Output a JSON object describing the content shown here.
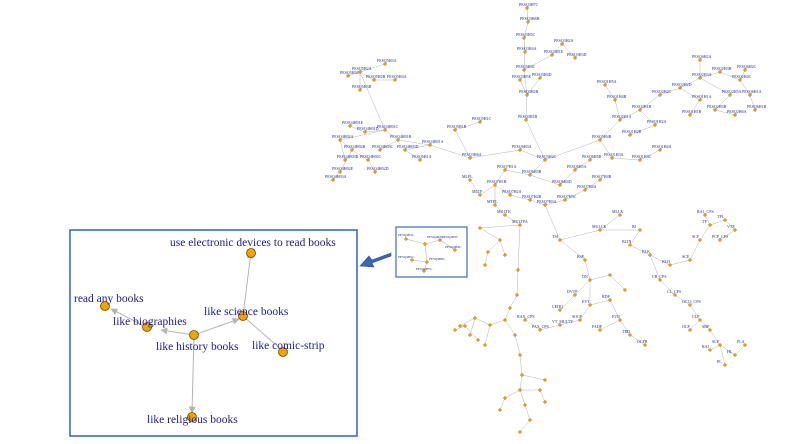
{
  "colors": {
    "node_fill": "#f0a400",
    "node_stroke": "#6b4a00",
    "edge": "#b4b4b4",
    "label_text": "#1a1a8c",
    "frame": "#3b6cc4",
    "arrow": "#3a66b6"
  },
  "zoom_panel": {
    "labels": {
      "n1": "use electronic devices to read books",
      "n2": "like science books",
      "n3": "like comic-strip",
      "n4": "like history books",
      "n5": "like biographies",
      "n6": "read any books",
      "n7": "like religious books"
    }
  },
  "mini_panel": {
    "labels": {
      "a": "PESQ4H1C",
      "b": "PESQ4H2C",
      "c": "PESQ4H3C",
      "d": "PESQ4H4C",
      "e": "PESQ4H5C",
      "f": "PESQ4H6C",
      "g": "PESQ4H7C"
    }
  },
  "network": {
    "labels": {
      "l1": "PESQ3H2C",
      "l2": "PESQ3H1B",
      "l3": "PESQ3H2B",
      "l4": "PESQ3H3C",
      "l5": "PESQ3H4A",
      "l6": "PESQ3H5C",
      "l7": "PESQ3H6B",
      "l8": "PESQ3H7C",
      "l9": "PESQ3H1E",
      "l10": "PESQ3H2A",
      "l11": "PESQ3H3D",
      "l12": "PESQ3H4D",
      "l13": "PESQ3H5E",
      "l14": "PESQ3H6A",
      "l15": "PESQ4H01A",
      "l16": "PESQ4H01B",
      "l17": "PESQ4H01C",
      "l18": "PESQ4H01D",
      "l19": "PESQ4H01E",
      "l20": "PESQ4H02A",
      "l21": "PESQ4H02B",
      "l22": "PESQ4H02C",
      "l23": "PESQ4H02D",
      "l24": "PESQ4H02E",
      "l25": "PESQ4H03A",
      "l26": "PESQ4H03B",
      "l27": "PESQ4H03C",
      "l28": "PESQ4H03D",
      "l29": "PESQ5H1A",
      "l30": "PESQ5H1B",
      "l31": "PESQ5H1C",
      "l32": "PESQ5H2A",
      "l33": "PESQ5H2B",
      "l34": "PESQ5H3A",
      "l35": "PESQ5H3B",
      "l36": "PESQ5H3C",
      "l37": "PESQ5H4A",
      "l38": "PESQ5H4B",
      "l39": "PESQ2H1A",
      "l40": "PESQ2H1B",
      "l41": "PESQ2H2C",
      "l42": "PESQ2H2D",
      "l43": "PESQ2H3A",
      "l44": "PESQ2H3B",
      "l45": "PESQ2H4C",
      "l46": "PESQ2H5A",
      "l47": "PESQ2H5B",
      "l48": "PESQ2H6A",
      "l49": "PESQ1H1A",
      "l50": "PESQ1H1B",
      "l51": "PESQ1H2A",
      "l52": "PESQ1H2B",
      "l53": "PESQ1H3A",
      "l54": "PESQ1H3C",
      "l55": "PESQ1H4A",
      "l56": "PESQ1H4B",
      "l57": "PESQ1H5A",
      "l58": "PESQ6H1A",
      "l59": "PESQ6H1B",
      "l60": "PESQ6H2A",
      "l61": "PESQ6H2C",
      "l62": "PESQ6H3A",
      "l63": "PESQ6H3B",
      "l64": "PESQ6H4D",
      "l65": "PESQ6H5A",
      "l66": "PESQ6H5B",
      "l67": "PESQ7H1A",
      "l68": "PESQ7H1B",
      "l69": "PESQ7H2A",
      "l70": "PESQ7H2B",
      "l71": "PESQ7H3A",
      "l72": "PESQ7H3C",
      "l73": "PESQ7H4A",
      "l74": "PESQ7H4B",
      "l75": "MTPL",
      "l76": "MLTP",
      "l77": "MLPL",
      "l78": "MULTK",
      "l79": "MULTPA",
      "l80": "MULCK",
      "l81": "MLLK",
      "l82": "BJ",
      "l83": "BLIN",
      "l84": "BLK",
      "l85": "BLD",
      "l86": "SCE",
      "l87": "SCF",
      "l88": "TP",
      "l89": "TPL",
      "l90": "VTE",
      "l91": "PCP_CPS",
      "l92": "RA1_CPS",
      "l93": "CB_CPS",
      "l94": "CL_CPS",
      "l95": "OC13_CPS",
      "l96": "CLP",
      "l97": "SBP",
      "l98": "OCP",
      "l99": "SLP",
      "l100": "HL",
      "l101": "PL",
      "l102": "PLA",
      "l103": "RAI",
      "l104": "TSI",
      "l105": "BSE",
      "l106": "DN",
      "l107": "DVTP",
      "l108": "CEHQ",
      "l109": "EVT",
      "l110": "RDP",
      "l111": "FVD",
      "l112": "FADP",
      "l113": "TBD",
      "l114": "OCPB",
      "l115": "SOCP",
      "l116": "VT_MULTY",
      "l117": "PAX_CPS",
      "l118": "RAX_CPS"
    }
  }
}
